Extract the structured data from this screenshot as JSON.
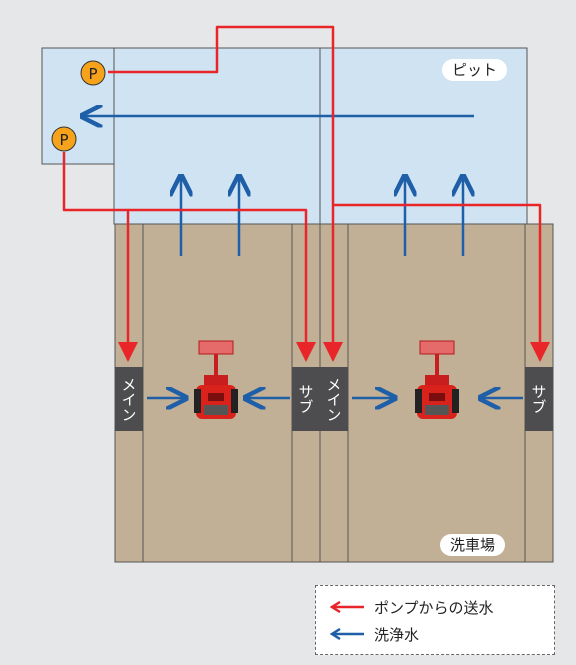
{
  "labels": {
    "pit": "ピット",
    "wash_area": "洗車場",
    "pump": "P"
  },
  "nozzles": {
    "main": "メイン",
    "sub": "サブ"
  },
  "legend": {
    "pump_water": "ポンプからの送水",
    "wash_water": "洗浄水"
  },
  "colors": {
    "pump_line": "#e8262a",
    "wash_line": "#1f5fa8",
    "pit_fill": "#cfe3f3",
    "floor_fill": "#c2b096",
    "pump_fill": "#f7a21b",
    "nozzle_fill": "#4d4d4f",
    "vehicle": "#d9221c"
  },
  "icons": [
    "pump-icon",
    "loader-vehicle-icon",
    "arrow-icon"
  ]
}
